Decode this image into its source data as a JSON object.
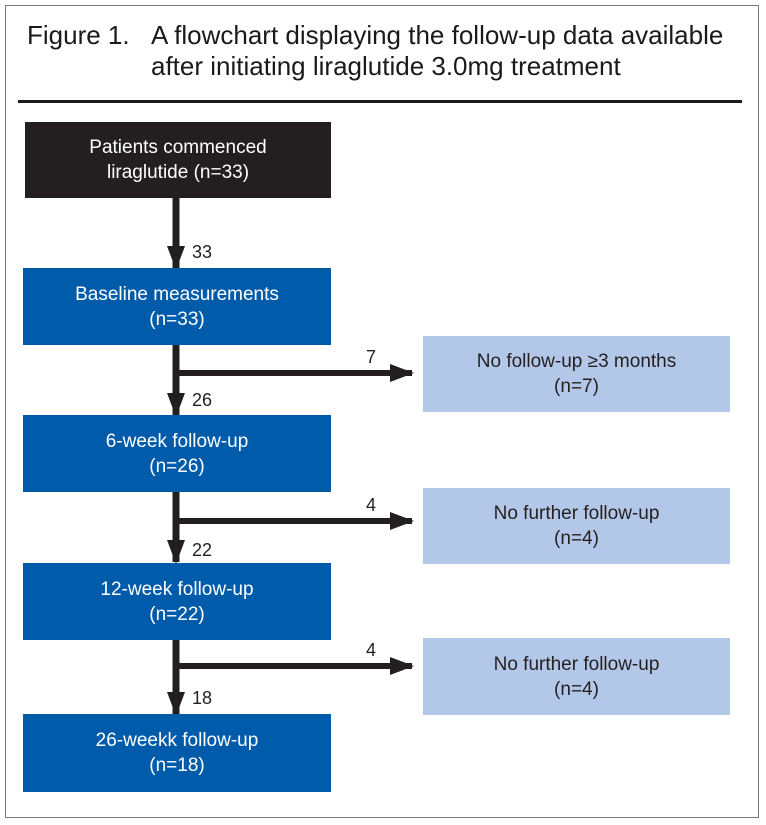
{
  "figure": {
    "label": "Figure 1.",
    "title": "A flowchart displaying the follow-up data available after initiating liraglutide 3.0mg treatment"
  },
  "flow": {
    "main_boxes": [
      {
        "line1": "Patients commenced",
        "line2": "liraglutide (n=33)"
      },
      {
        "line1": "Baseline measurements",
        "line2": "(n=33)"
      },
      {
        "line1": "6-week follow-up",
        "line2": "(n=26)"
      },
      {
        "line1": "12-week follow-up",
        "line2": "(n=22)"
      },
      {
        "line1": "26-weekk follow-up",
        "line2": "(n=18)"
      }
    ],
    "side_boxes": [
      {
        "line1_pre": "No follow-up ",
        "line1_sym": "≥",
        "line1_post": "3 months",
        "line2": "(n=7)"
      },
      {
        "line1": "No further follow-up",
        "line2": "(n=4)"
      },
      {
        "line1": "No further follow-up",
        "line2": "(n=4)"
      }
    ],
    "down_counts": [
      "33",
      "26",
      "22",
      "18"
    ],
    "side_counts": [
      "7",
      "4",
      "4"
    ]
  },
  "colors": {
    "start_box": "#231f20",
    "main_box": "#005baa",
    "side_box": "#b3c8e8",
    "arrow": "#231f20"
  }
}
